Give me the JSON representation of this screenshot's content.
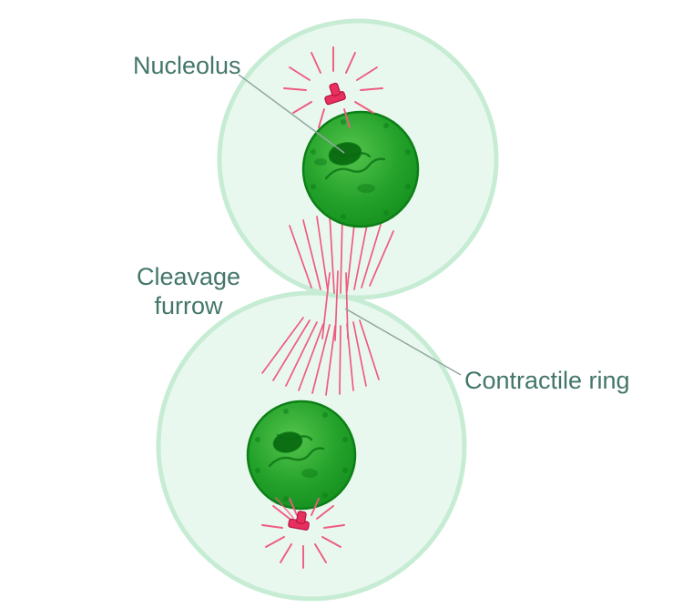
{
  "diagram": {
    "subject": "telophase-cytokinesis-cell-division",
    "labels": {
      "nucleolus": "Nucleolus",
      "cleavage_line1": "Cleavage",
      "cleavage_line2": "furrow",
      "contractile_ring": "Contractile ring"
    }
  },
  "colors": {
    "background": "#ffffff",
    "cell_fill": "#e9f8ef",
    "cell_stroke": "#c6ecd4",
    "nucleus_light": "#55c44c",
    "nucleus_mid": "#23a12a",
    "nucleus_dark": "#118a1b",
    "nucleus_rim": "#0c7f16",
    "nucleolus": "#0a6b11",
    "chromatin": "#0e7716",
    "fiber_pink": "#ee5b80",
    "centriole_red": "#e8305e",
    "centriole_dark": "#b51243",
    "label_text": "#43766a",
    "leader_line": "#8fa8a0"
  }
}
